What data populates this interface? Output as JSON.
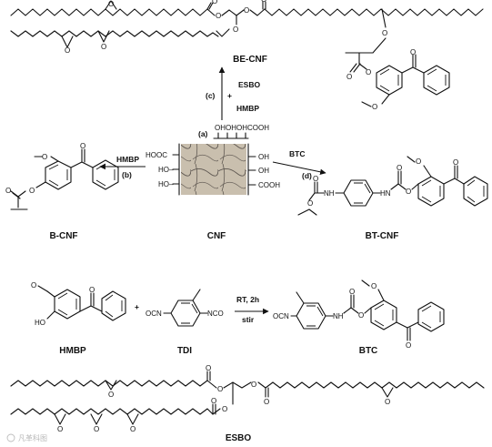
{
  "labels": {
    "be_cnf": "BE-CNF",
    "b_cnf": "B-CNF",
    "cnf": "CNF",
    "bt_cnf": "BT-CNF",
    "hmbp": "HMBP",
    "tdi": "TDI",
    "btc": "BTC",
    "esbo": "ESBO"
  },
  "conditions": {
    "a": "(a)",
    "b": "(b)",
    "c": "(c)",
    "d": "(d)",
    "c_reagent1": "ESBO",
    "c_plus": "+",
    "c_reagent2": "HMBP",
    "b_reagent": "HMBP",
    "d_reagent": "BTC",
    "rt": "RT, 2h",
    "stir": "stir",
    "plus": "+"
  },
  "atoms": {
    "o": "O",
    "nh": "NH",
    "hn": "HN",
    "ho": "HO",
    "oh": "OH",
    "ho_minus": "HO–",
    "ocn": "OCN",
    "nco": "NCO",
    "cooh": "COOH",
    "hooc": "HOOC",
    "cnf_top": "OHOHOHCOOH"
  },
  "watermark": "凡革科图"
}
